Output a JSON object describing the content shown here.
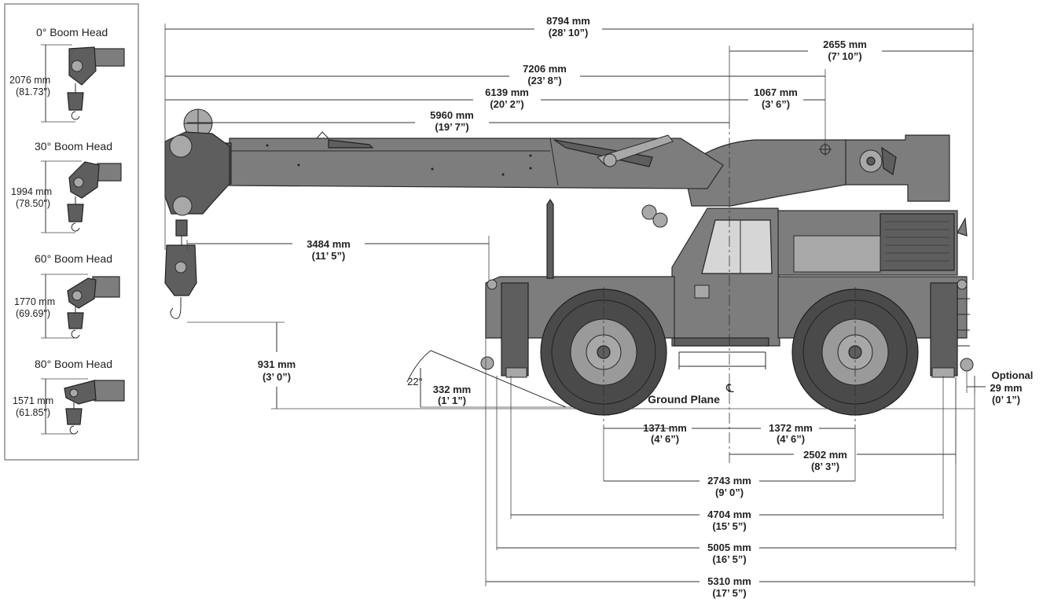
{
  "inset": {
    "items": [
      {
        "title": "0° Boom Head",
        "mm": "2076 mm",
        "inch": "(81.73\")"
      },
      {
        "title": "30° Boom Head",
        "mm": "1994 mm",
        "inch": "(78.50\")"
      },
      {
        "title": "60° Boom Head",
        "mm": "1770 mm",
        "inch": "(69.69\")"
      },
      {
        "title": "80° Boom Head",
        "mm": "1571 mm",
        "inch": "(61.85\")"
      }
    ]
  },
  "dimensions": {
    "overall_length": {
      "mm": "8794 mm",
      "ft": "(28’ 10”)"
    },
    "cl_to_rear": {
      "mm": "2655 mm",
      "ft": "(7’ 10”)"
    },
    "boom_to_pivot": {
      "mm": "7206 mm",
      "ft": "(23’ 8”)"
    },
    "boom_tip_to_cl": {
      "mm": "6139 mm",
      "ft": "(20’ 2”)"
    },
    "cl_to_pivot": {
      "mm": "1067 mm",
      "ft": "(3’ 6”)"
    },
    "sheave_to_cl": {
      "mm": "5960 mm",
      "ft": "(19’ 7”)"
    },
    "hook_to_front": {
      "mm": "3484 mm",
      "ft": "(11’ 5”)"
    },
    "hook_height": {
      "mm": "931 mm",
      "ft": "(3’ 0”)"
    },
    "approach_angle": "22°",
    "ground_clearance": {
      "mm": "332 mm",
      "ft": "(1’ 1”)"
    },
    "ground_plane": "Ground Plane",
    "optional": "Optional",
    "optional_dim": {
      "mm": "29 mm",
      "ft": "(0’ 1”)"
    },
    "front_axle_to_cl": {
      "mm": "1371 mm",
      "ft": "(4’ 6”)"
    },
    "cl_to_rear_axle": {
      "mm": "1372 mm",
      "ft": "(4’ 6”)"
    },
    "cl_to_rear_end": {
      "mm": "2502 mm",
      "ft": "(8’ 3”)"
    },
    "wheelbase": {
      "mm": "2743 mm",
      "ft": "(9’ 0”)"
    },
    "outrigger_span": {
      "mm": "4704 mm",
      "ft": "(15’ 5”)"
    },
    "outrigger_pad_span": {
      "mm": "5005 mm",
      "ft": "(16’ 5”)"
    },
    "carrier_length": {
      "mm": "5310 mm",
      "ft": "(17’ 5”)"
    }
  },
  "centerline_symbol": "℄"
}
